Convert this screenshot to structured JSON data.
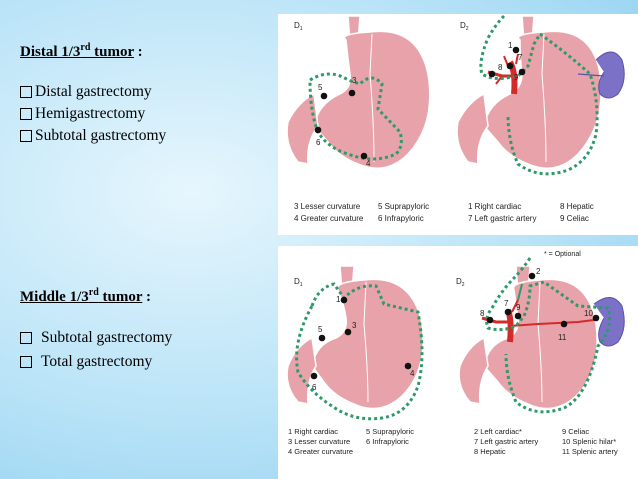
{
  "top_section": {
    "heading_main": "Distal 1/3",
    "heading_sup": "rd",
    "heading_end": " tumor",
    "heading_colon": " :",
    "items": [
      "Distal gastrectomy",
      "Hemigastrectomy",
      "Subtotal gastrectomy"
    ]
  },
  "middle_section": {
    "heading_main": "Middle 1/3",
    "heading_sup": "rd",
    "heading_end": " tumor",
    "heading_colon": " :",
    "items": [
      "Subtotal gastrectomy",
      "Total gastrectomy"
    ]
  },
  "colors": {
    "stomach": "#e7a3a9",
    "stomach_stroke": "#ffffff",
    "dissection_line": "#2e9a6a",
    "artery": "#d42a2a",
    "spleen": "#7b72c7",
    "node": "#111111"
  },
  "diagrams": {
    "d1_top": {
      "label": "D",
      "sub": "1",
      "node_labels": [
        "5",
        "3",
        "6",
        "4"
      ],
      "legend": [
        "3 Lesser curvature",
        "4 Greater curvature",
        "5 Suprapyloric",
        "6 Infrapyloric"
      ]
    },
    "d2_top": {
      "label": "D",
      "sub": "2",
      "node_labels": [
        "1",
        "7",
        "8",
        "9"
      ],
      "legend": [
        "1 Right cardiac",
        "7 Left gastric artery",
        "8 Hepatic",
        "9 Celiac"
      ]
    },
    "d1_bottom": {
      "label": "D",
      "sub": "1",
      "node_labels": [
        "1",
        "5",
        "3",
        "6",
        "4"
      ],
      "legend": [
        "1 Right cardiac",
        "3 Lesser curvature",
        "4 Greater curvature",
        "5 Suprapyloric",
        "6 Infrapyloric"
      ]
    },
    "d2_bottom": {
      "label": "D",
      "sub": "2",
      "optional_note": "* = Optional",
      "node_labels": [
        "2",
        "7",
        "8",
        "9",
        "11",
        "10"
      ],
      "legend": [
        "2 Left cardiac*",
        "7 Left gastric artery",
        "8 Hepatic",
        "9 Celiac",
        "10 Splenic hilar*",
        "11 Splenic artery"
      ]
    }
  }
}
